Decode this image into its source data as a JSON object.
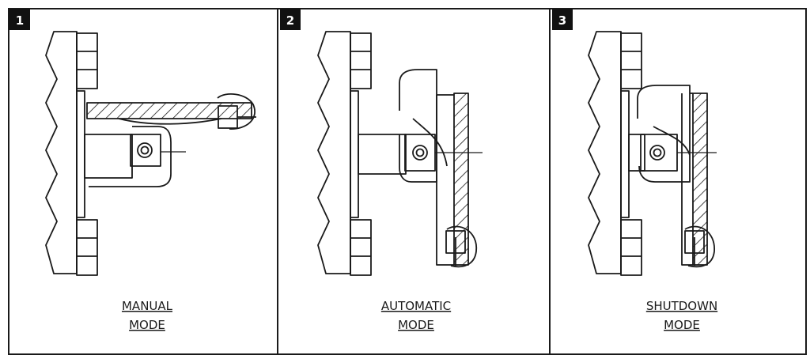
{
  "panels": [
    {
      "number": "1",
      "caption_line1": "MANUAL",
      "caption_line2": "MODE"
    },
    {
      "number": "2",
      "caption_line1": "AUTOMATIC",
      "caption_line2": "MODE"
    },
    {
      "number": "3",
      "caption_line1": "SHUTDOWN",
      "caption_line2": "MODE"
    }
  ],
  "colors": {
    "ink": "#1a1a1a",
    "badge_bg": "#111111",
    "badge_text": "#ffffff",
    "paper": "#ffffff"
  }
}
